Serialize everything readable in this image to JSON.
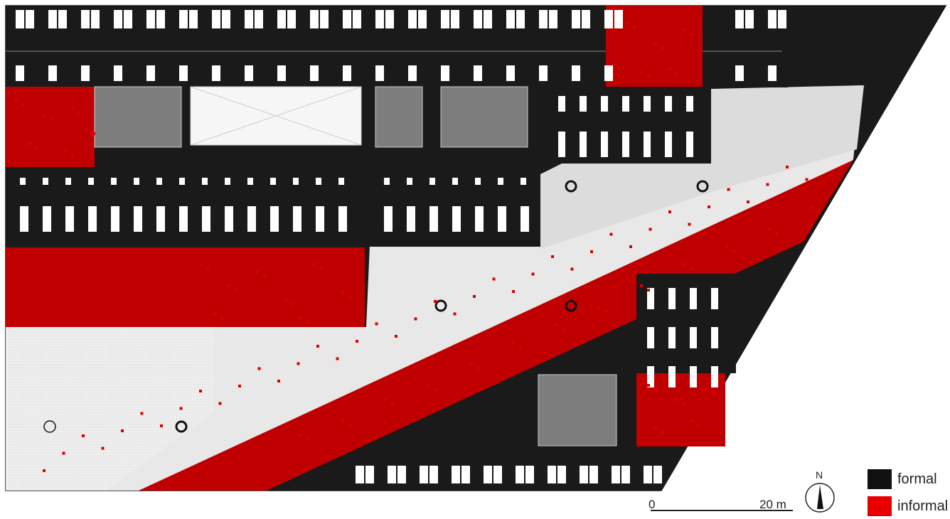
{
  "legend": {
    "items": [
      {
        "key": "formal",
        "label": "formal",
        "color": "#111111"
      },
      {
        "key": "informal",
        "label": "informal",
        "color": "#e60000"
      }
    ]
  },
  "scale_bar": {
    "start_label": "0",
    "end_label": "20 m"
  },
  "north_arrow": {
    "label": "N"
  },
  "colors": {
    "formal": "#1a1a1a",
    "informal": "#c00000",
    "circulation": "#e6e6e6",
    "circulation_light": "#f2f2f2",
    "core": "#8c8c8c",
    "furniture": "#ffffff",
    "chair": "#d90000"
  }
}
